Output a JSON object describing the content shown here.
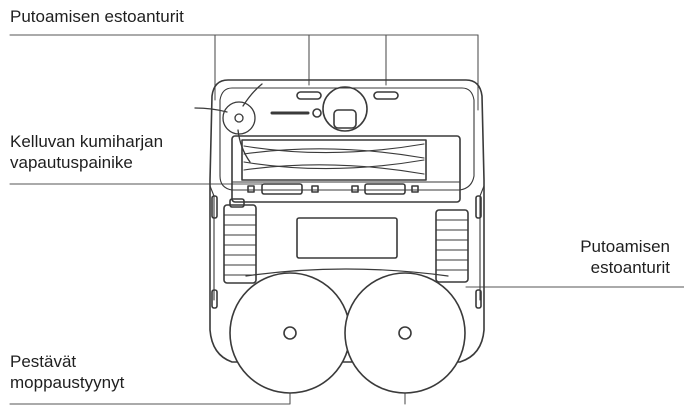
{
  "labels": {
    "top_cliff_sensors": "Putoamisen estoanturit",
    "brush_release": "Kelluvan kumiharjan\nvapautuspainike",
    "side_cliff_sensors": "Putoamisen\nestoanturit",
    "mop_pads": "Pestävät\nmoppaustyynyt"
  },
  "colors": {
    "line": "#3a3a3a",
    "light": "#8a8a8a",
    "text": "#1f1f1f",
    "background": "#ffffff"
  }
}
